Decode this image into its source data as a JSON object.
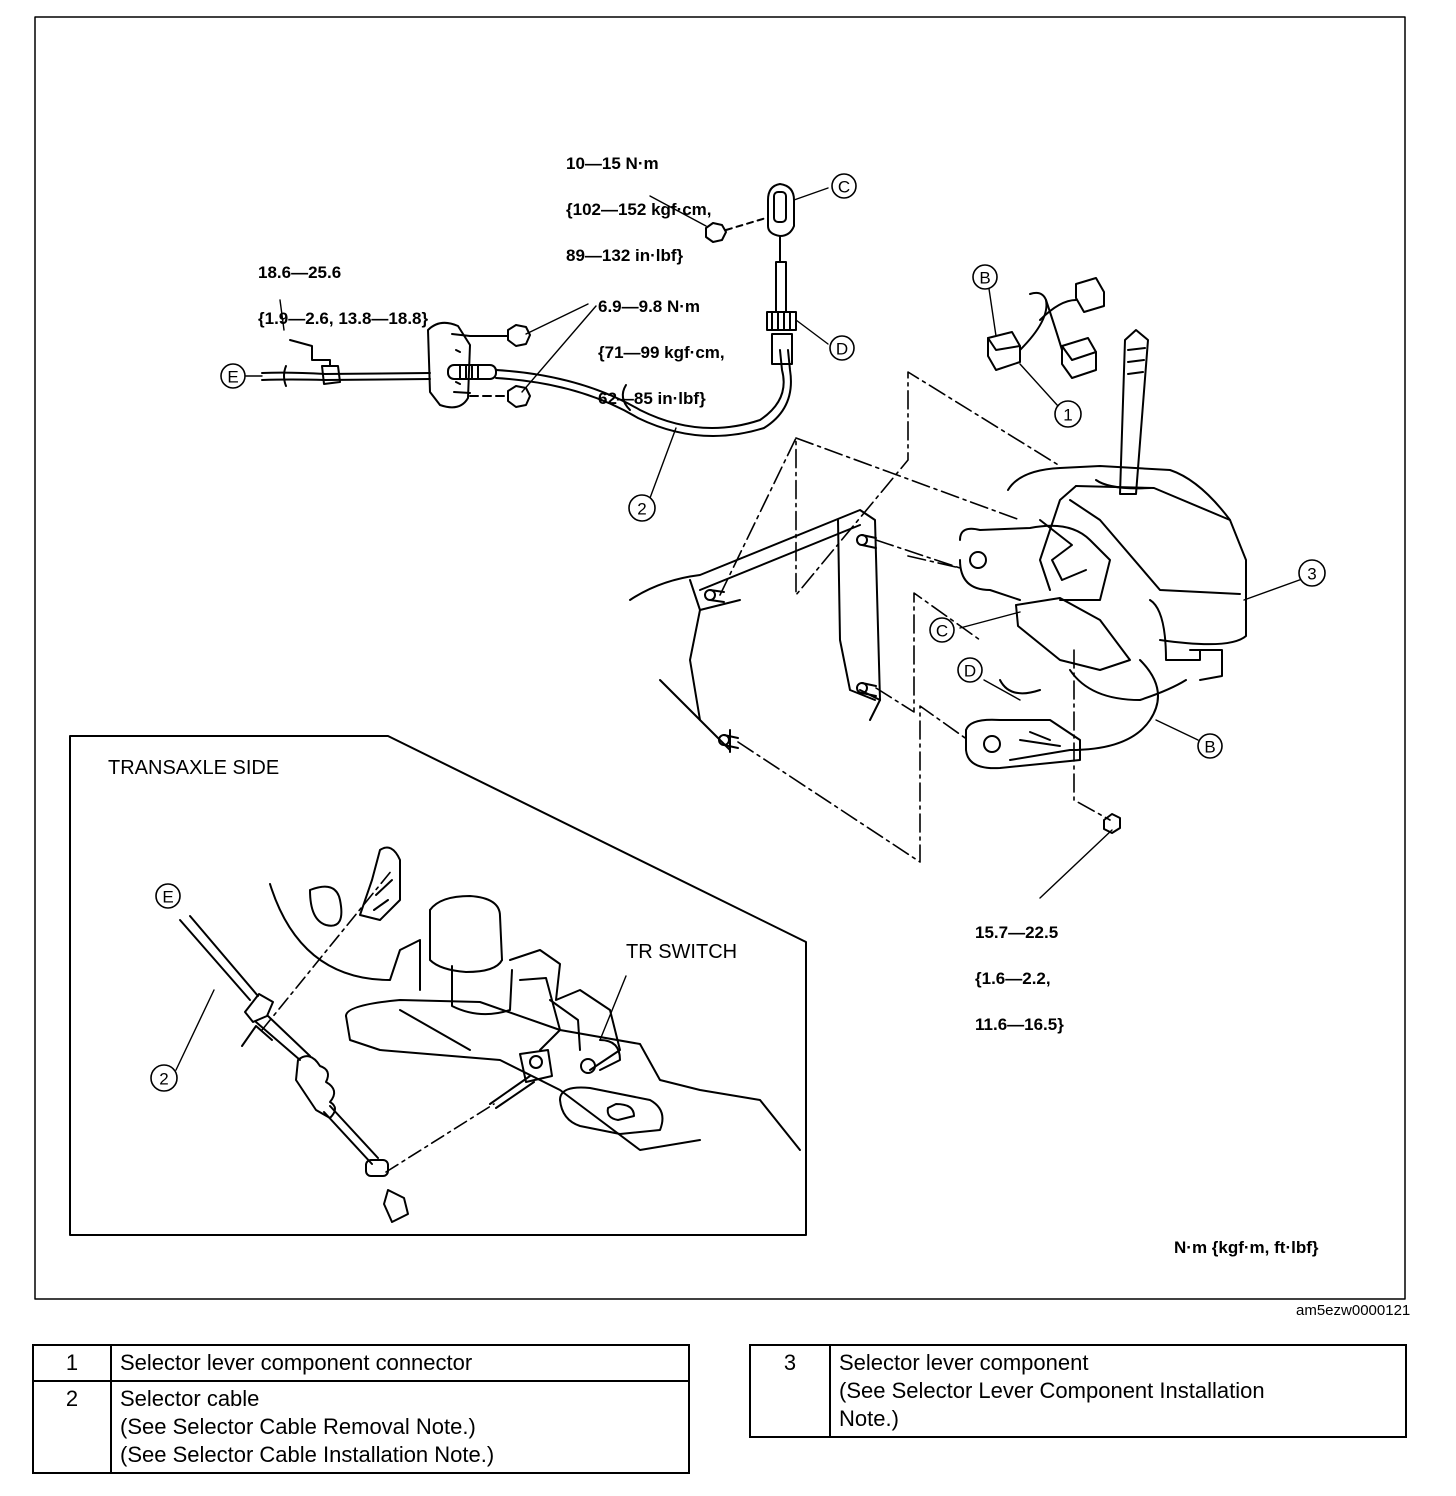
{
  "diagram": {
    "torque_labels": {
      "cable_end_nut": [
        "10—15 N·m",
        "{102—152 kgf·cm,",
        "89—132 in·lbf}"
      ],
      "bracket_nuts": [
        "6.9—9.8 N·m",
        "{71—99 kgf·cm,",
        "62—85 in·lbf}"
      ],
      "clamp_bolt": [
        "18.6—25.6",
        "{1.9—2.6, 13.8—18.8}"
      ],
      "component_bolts": [
        "15.7—22.5",
        "{1.6—2.2,",
        "11.6—16.5}"
      ]
    },
    "callouts": {
      "c": "C",
      "d": "D",
      "e": "E",
      "b": "B",
      "n1": "1",
      "n2": "2",
      "n3": "3"
    },
    "inset_title": "TRANSAXLE SIDE",
    "tr_switch_label": "TR SWITCH",
    "unit_note": "N·m {kgf·m,  ft·lbf}",
    "figure_code": "am5ezw0000121"
  },
  "legend": {
    "left": [
      {
        "num": "1",
        "lines": [
          "Selector lever component connector"
        ]
      },
      {
        "num": "2",
        "lines": [
          "Selector cable",
          "(See Selector Cable Removal Note.)",
          "(See Selector Cable Installation Note.)"
        ]
      }
    ],
    "right": [
      {
        "num": "3",
        "lines": [
          "Selector lever component",
          "(See Selector Lever Component Installation",
          "Note.)"
        ]
      }
    ]
  }
}
